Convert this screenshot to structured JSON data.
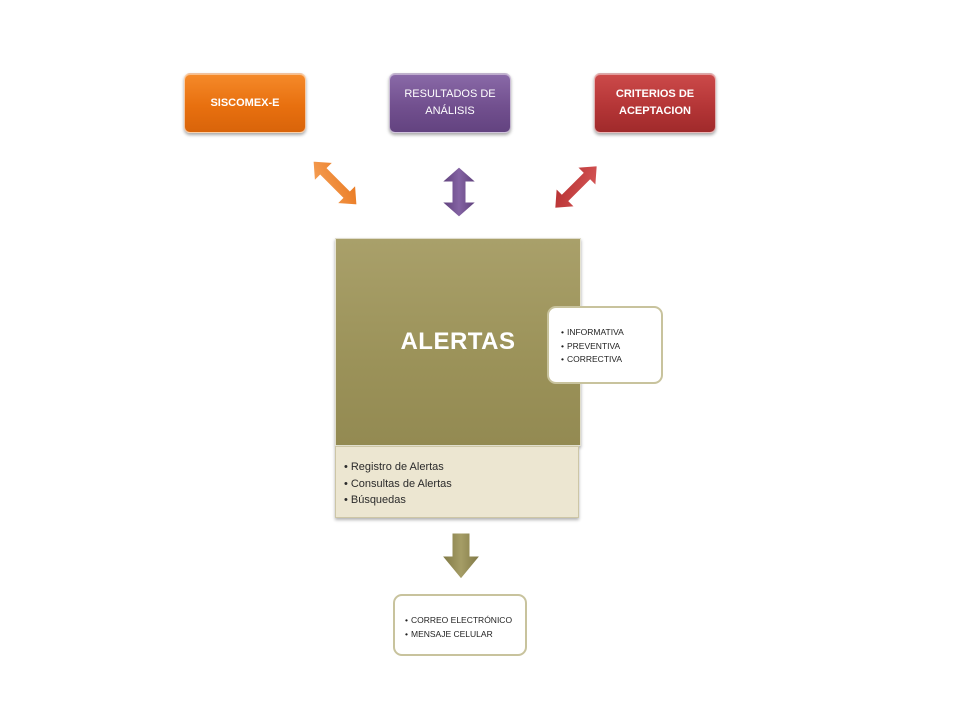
{
  "top_boxes": {
    "siscomex": {
      "line1": "SISCOMEX-E",
      "color": "#e8700f"
    },
    "resultados": {
      "line1": "RESULTADOS DE",
      "line2": "ANÁLISIS",
      "color": "#72508f"
    },
    "criterios": {
      "line1": "CRITERIOS DE",
      "line2": "ACEPTACION",
      "color": "#b53637"
    }
  },
  "arrows": {
    "siscomex_arrow": {
      "icon": "double-arrow-diagonal",
      "color": "#f08a2c"
    },
    "resultados_arrow": {
      "icon": "double-arrow-vertical",
      "color": "#70508f"
    },
    "criterios_arrow": {
      "icon": "double-arrow-diagonal",
      "color": "#c2393a"
    },
    "output_arrow": {
      "icon": "down-arrow",
      "color": "#948c55"
    }
  },
  "alertas": {
    "title": "ALERTAS",
    "color": "#9b9259",
    "items": [
      "Registro de Alertas",
      "Consultas  de Alertas",
      "Búsquedas"
    ]
  },
  "alert_types": {
    "items": [
      "INFORMATIVA",
      "PREVENTIVA",
      "CORRECTIVA"
    ]
  },
  "notifications": {
    "items": [
      "CORREO ELECTRÓNICO",
      "MENSAJE CELULAR"
    ]
  }
}
